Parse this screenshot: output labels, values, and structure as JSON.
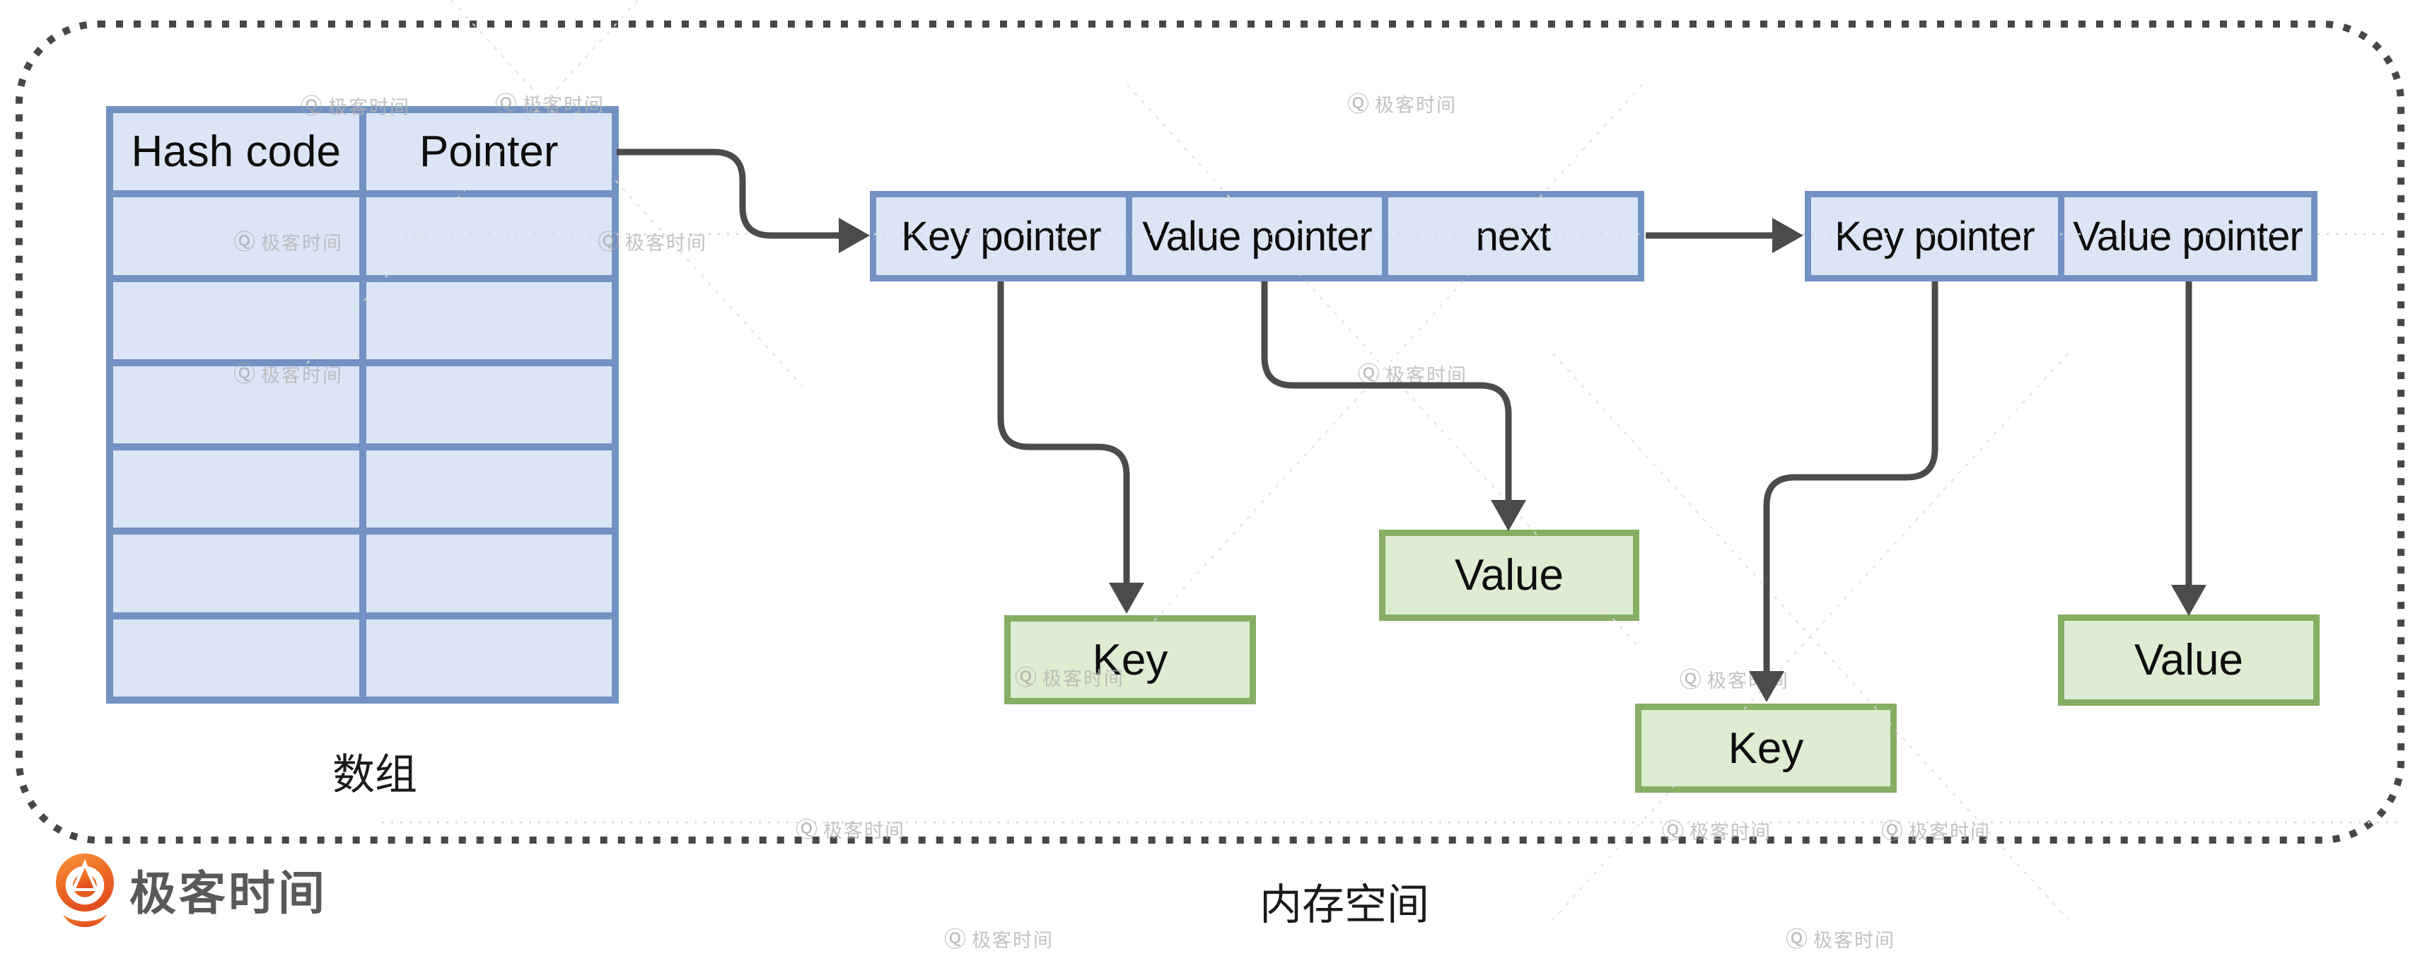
{
  "colors": {
    "blue-border": "#7392c3",
    "blue-fill": "#dbe5f6",
    "green-border": "#86ae64",
    "green-fill": "#deecd2",
    "arrow": "#4b4b4b",
    "dots": "#474747",
    "label": "#1a1a1a",
    "logo-text": "#595959",
    "watermark": "#b4b4b4"
  },
  "array_table": {
    "header": [
      "Hash code",
      "Pointer"
    ],
    "empty_row_count": 6,
    "label": "数组"
  },
  "entry_node_1": {
    "cells": [
      "Key pointer",
      "Value pointer",
      "next"
    ]
  },
  "entry_node_2": {
    "cells": [
      "Key pointer",
      "Value pointer"
    ]
  },
  "memory_boxes": {
    "key1": "Key",
    "value1": "Value",
    "key2": "Key",
    "value2": "Value"
  },
  "region_label": "内存空间",
  "logo": {
    "brand": "极客时间"
  },
  "watermark": {
    "glyph": "Ⓠ",
    "text": "极客时间"
  }
}
